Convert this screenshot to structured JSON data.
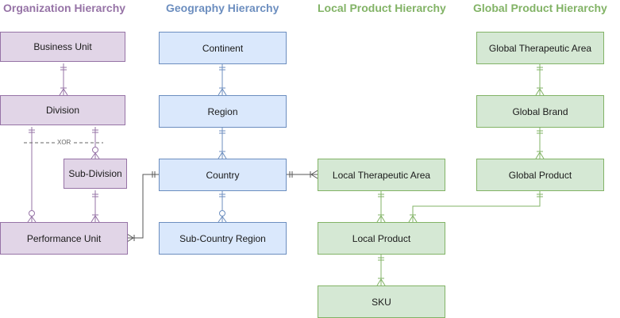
{
  "titles": {
    "organization": "Organization Hierarchy",
    "geography": "Geography Hierarchy",
    "local_product": "Local Product Hierarchy",
    "global_product": "Global Product Hierarchy"
  },
  "colors": {
    "organization": "#9673a6",
    "geography": "#6c8ebf",
    "product": "#82b366",
    "connector": "#555555"
  },
  "organization": {
    "business_unit": "Business Unit",
    "division": "Division",
    "sub_division": "Sub-Division",
    "performance_unit": "Performance Unit",
    "xor_label": "XOR"
  },
  "geography": {
    "continent": "Continent",
    "region": "Region",
    "country": "Country",
    "sub_country_region": "Sub-Country Region"
  },
  "local_product": {
    "local_therapeutic_area": "Local Therapeutic Area",
    "local_product": "Local Product",
    "sku": "SKU"
  },
  "global_product": {
    "global_therapeutic_area": "Global Therapeutic Area",
    "global_brand": "Global Brand",
    "global_product": "Global Product"
  }
}
